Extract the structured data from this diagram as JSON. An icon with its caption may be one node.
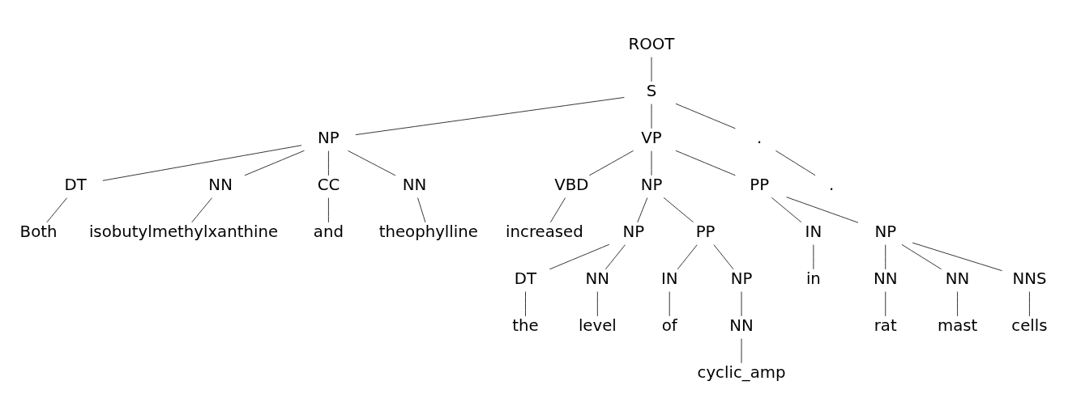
{
  "diagram": {
    "nodes": [
      {
        "text": [
          "ROOT"
        ]
      },
      {
        "text": [
          "S"
        ]
      },
      {
        "text": [
          "NP"
        ]
      },
      {
        "text": [
          "VP"
        ]
      },
      {
        "text": [
          "."
        ]
      },
      {
        "text": [
          "DT"
        ]
      },
      {
        "text": [
          "NN"
        ]
      },
      {
        "text": [
          "CC"
        ]
      },
      {
        "text": [
          "NN"
        ]
      },
      {
        "text": [
          "VBD"
        ]
      },
      {
        "text": [
          "NP"
        ]
      },
      {
        "text": [
          "PP"
        ]
      },
      {
        "text": [
          "."
        ]
      },
      {
        "text": [
          "Both"
        ]
      },
      {
        "text": [
          "isobutylmethylxanthine"
        ]
      },
      {
        "text": [
          "and"
        ]
      },
      {
        "text": [
          "theophylline"
        ]
      },
      {
        "text": [
          "increased"
        ]
      },
      {
        "text": [
          "NP"
        ]
      },
      {
        "text": [
          "PP"
        ]
      },
      {
        "text": [
          "IN"
        ]
      },
      {
        "text": [
          "NP"
        ]
      },
      {
        "text": [
          "DT"
        ]
      },
      {
        "text": [
          "NN"
        ]
      },
      {
        "text": [
          "IN"
        ]
      },
      {
        "text": [
          "NP"
        ]
      },
      {
        "text": [
          "in"
        ]
      },
      {
        "text": [
          "NN"
        ]
      },
      {
        "text": [
          "NN"
        ]
      },
      {
        "text": [
          "NNS"
        ]
      },
      {
        "text": [
          "the"
        ]
      },
      {
        "text": [
          "level"
        ]
      },
      {
        "text": [
          "of"
        ]
      },
      {
        "text": [
          "NN"
        ]
      },
      {
        "text": [
          "rat"
        ]
      },
      {
        "text": [
          "mast"
        ]
      },
      {
        "text": [
          "cells"
        ]
      },
      {
        "text": [
          "cyclic_amp"
        ]
      }
    ],
    "edges": [
      {
        "from": 0,
        "to": 1,
        "arrow": "none"
      },
      {
        "from": 1,
        "to": 2,
        "arrow": "none"
      },
      {
        "from": 1,
        "to": 3,
        "arrow": "none"
      },
      {
        "from": 1,
        "to": 4,
        "arrow": "none"
      },
      {
        "from": 2,
        "to": 5,
        "arrow": "none"
      },
      {
        "from": 2,
        "to": 6,
        "arrow": "none"
      },
      {
        "from": 2,
        "to": 7,
        "arrow": "none"
      },
      {
        "from": 2,
        "to": 8,
        "arrow": "none"
      },
      {
        "from": 3,
        "to": 9,
        "arrow": "none"
      },
      {
        "from": 3,
        "to": 10,
        "arrow": "none"
      },
      {
        "from": 3,
        "to": 11,
        "arrow": "none"
      },
      {
        "from": 4,
        "to": 12,
        "arrow": "none"
      },
      {
        "from": 5,
        "to": 13,
        "arrow": "none"
      },
      {
        "from": 6,
        "to": 14,
        "arrow": "none"
      },
      {
        "from": 7,
        "to": 15,
        "arrow": "none"
      },
      {
        "from": 8,
        "to": 16,
        "arrow": "none"
      },
      {
        "from": 9,
        "to": 17,
        "arrow": "none"
      },
      {
        "from": 10,
        "to": 18,
        "arrow": "none"
      },
      {
        "from": 10,
        "to": 19,
        "arrow": "none"
      },
      {
        "from": 11,
        "to": 20,
        "arrow": "none"
      },
      {
        "from": 11,
        "to": 21,
        "arrow": "none"
      },
      {
        "from": 18,
        "to": 22,
        "arrow": "none"
      },
      {
        "from": 18,
        "to": 23,
        "arrow": "none"
      },
      {
        "from": 19,
        "to": 24,
        "arrow": "none"
      },
      {
        "from": 19,
        "to": 25,
        "arrow": "none"
      },
      {
        "from": 20,
        "to": 26,
        "arrow": "none"
      },
      {
        "from": 21,
        "to": 27,
        "arrow": "none"
      },
      {
        "from": 21,
        "to": 28,
        "arrow": "none"
      },
      {
        "from": 21,
        "to": 29,
        "arrow": "none"
      },
      {
        "from": 22,
        "to": 30,
        "arrow": "none"
      },
      {
        "from": 23,
        "to": 31,
        "arrow": "none"
      },
      {
        "from": 24,
        "to": 32,
        "arrow": "none"
      },
      {
        "from": 25,
        "to": 33,
        "arrow": "none"
      },
      {
        "from": 27,
        "to": 34,
        "arrow": "none"
      },
      {
        "from": 28,
        "to": 35,
        "arrow": "none"
      },
      {
        "from": 29,
        "to": 36,
        "arrow": "none"
      },
      {
        "from": 33,
        "to": 37,
        "arrow": "none"
      }
    ]
  }
}
